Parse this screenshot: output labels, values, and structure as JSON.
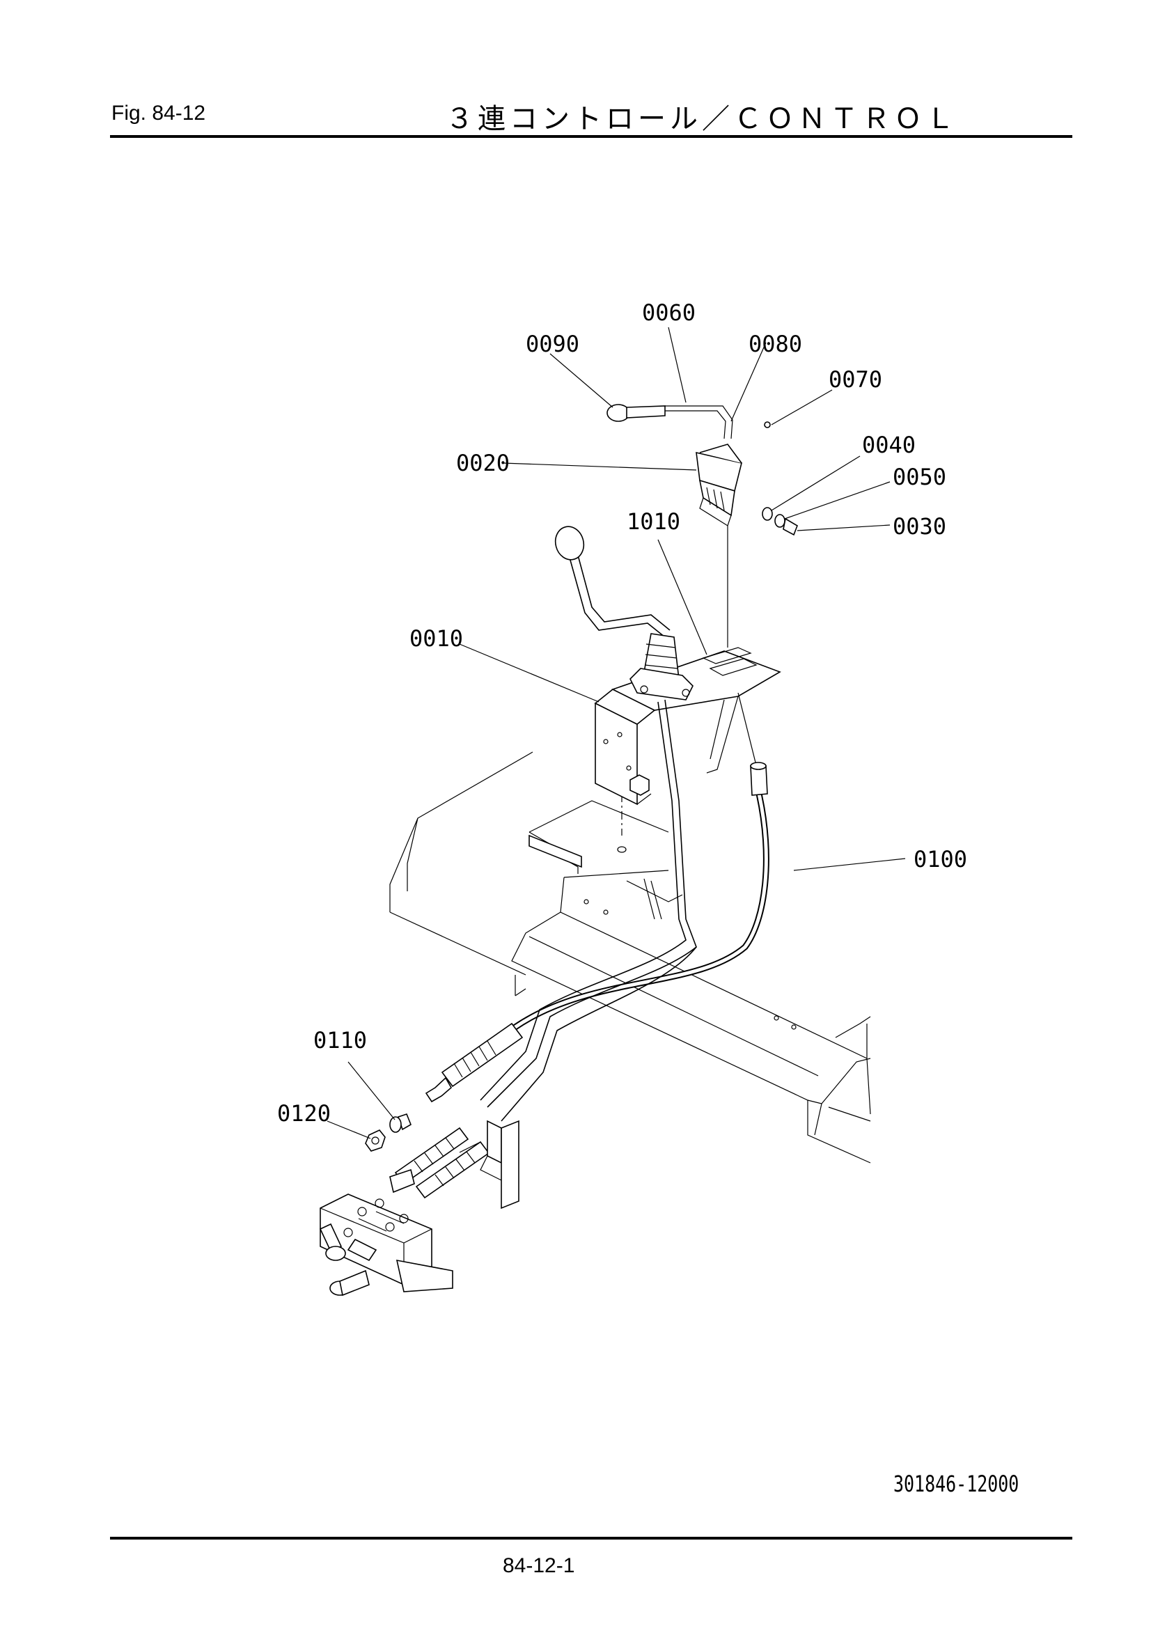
{
  "header": {
    "figure_number": "Fig.  84-12",
    "title": "３連コントロール／ＣＯＮＴＲＯＬ"
  },
  "callouts": {
    "c0060": "0060",
    "c0090": "0090",
    "c0080": "0080",
    "c0070": "0070",
    "c0040": "0040",
    "c0050": "0050",
    "c0020": "0020",
    "c1010": "1010",
    "c0030": "0030",
    "c0010": "0010",
    "c0100": "0100",
    "c0110": "0110",
    "c0120": "0120"
  },
  "footer": {
    "drawing_number": "301846-12000",
    "page_number": "84-12-1"
  }
}
